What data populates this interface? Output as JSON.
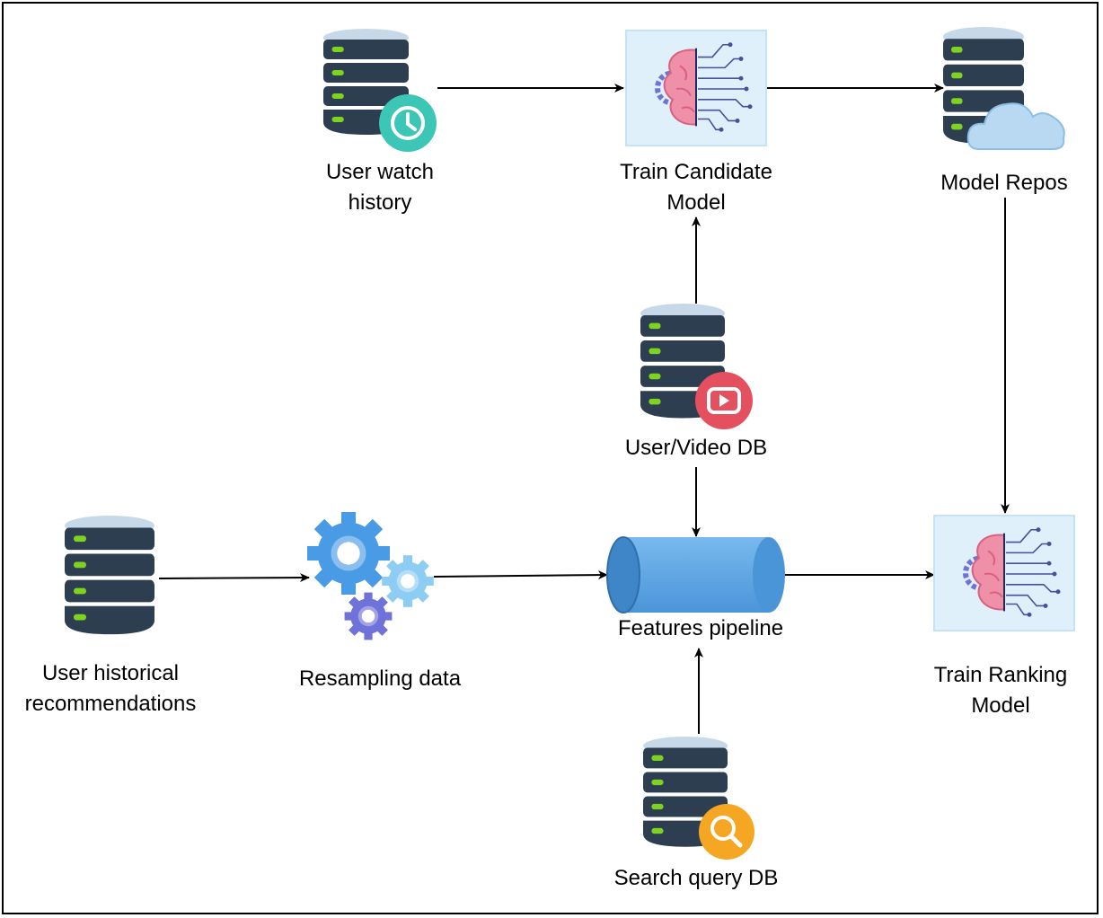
{
  "nodes": {
    "user_watch_history": {
      "label_line1": "User watch",
      "label_line2": "history",
      "icon": "database-clock-icon"
    },
    "train_candidate_model": {
      "label_line1": "Train Candidate",
      "label_line2": "Model",
      "icon": "brain-circuit-icon"
    },
    "model_repos": {
      "label": "Model Repos",
      "icon": "database-cloud-icon"
    },
    "user_video_db": {
      "label": "User/Video DB",
      "icon": "database-video-icon"
    },
    "user_historical_recommendations": {
      "label_line1": "User historical",
      "label_line2": "recommendations",
      "icon": "database-icon"
    },
    "resampling_data": {
      "label": "Resampling data",
      "icon": "gears-icon"
    },
    "features_pipeline": {
      "label": "Features pipeline",
      "icon": "pipeline-cylinder-icon"
    },
    "train_ranking_model": {
      "label_line1": "Train Ranking",
      "label_line2": "Model",
      "icon": "brain-circuit-icon"
    },
    "search_query_db": {
      "label": "Search query DB",
      "icon": "database-search-icon"
    }
  },
  "edges": [
    {
      "from": "user_watch_history",
      "to": "train_candidate_model"
    },
    {
      "from": "train_candidate_model",
      "to": "model_repos"
    },
    {
      "from": "user_video_db",
      "to": "train_candidate_model"
    },
    {
      "from": "model_repos",
      "to": "train_ranking_model"
    },
    {
      "from": "user_video_db",
      "to": "features_pipeline"
    },
    {
      "from": "user_historical_recommendations",
      "to": "resampling_data"
    },
    {
      "from": "resampling_data",
      "to": "features_pipeline"
    },
    {
      "from": "features_pipeline",
      "to": "train_ranking_model"
    },
    {
      "from": "search_query_db",
      "to": "features_pipeline"
    }
  ],
  "colors": {
    "db_body": "#2d3e50",
    "db_top": "#c7d9e8",
    "db_light": "#7ed321",
    "clock_badge": "#3cc6b5",
    "video_badge": "#e55060",
    "search_badge": "#f5a623",
    "cloud": "#b9d8f2",
    "pipeline": "#5aa7e6",
    "brain": "#f08fa8",
    "panel": "#dff0fb"
  }
}
